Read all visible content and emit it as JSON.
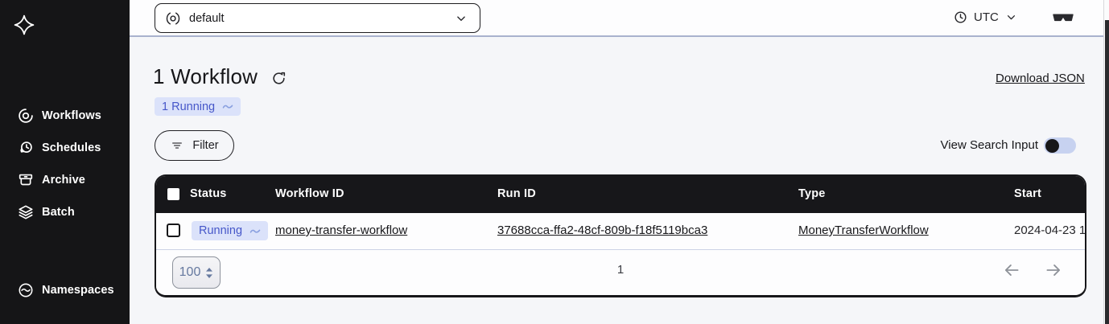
{
  "sidebar": {
    "logo_icon": "temporal-logo-icon",
    "items": [
      {
        "label": "Workflows",
        "icon": "workflows-icon"
      },
      {
        "label": "Schedules",
        "icon": "schedules-icon"
      },
      {
        "label": "Archive",
        "icon": "archive-icon"
      },
      {
        "label": "Batch",
        "icon": "batch-icon"
      }
    ],
    "bottom_items": [
      {
        "label": "Namespaces",
        "icon": "namespaces-icon"
      }
    ]
  },
  "topbar": {
    "namespace_select": {
      "value": "default",
      "icon": "namespace-icon"
    },
    "timezone": {
      "label": "UTC",
      "icon": "clock-icon"
    },
    "labs_toggle_icon": "glasses-icon"
  },
  "header": {
    "title": "1 Workflow",
    "status_summary_badge": "1 Running",
    "download_link": "Download JSON"
  },
  "toolbar": {
    "filter_button": "Filter",
    "view_search_input_label": "View Search Input",
    "view_search_input_on": false
  },
  "table": {
    "columns": [
      "Status",
      "Workflow ID",
      "Run ID",
      "Type",
      "Start"
    ],
    "rows": [
      {
        "status": "Running",
        "workflow_id": "money-transfer-workflow",
        "run_id": "37688cca-ffa2-48cf-809b-f18f5119bca3",
        "type": "MoneyTransferWorkflow",
        "start": "2024-04-23 1"
      }
    ],
    "pagination": {
      "page_size": "100",
      "current_page": "1"
    }
  },
  "colors": {
    "sidebar_bg": "#151517",
    "table_header_bg": "#17171a",
    "page_bg": "#f5f6f9",
    "badge_bg": "#dbe2fa",
    "badge_text": "#4657c9",
    "toggle_track": "#c7d2f0",
    "toggle_knob": "#17171a",
    "topbar_divider": "#a9b2ce"
  }
}
